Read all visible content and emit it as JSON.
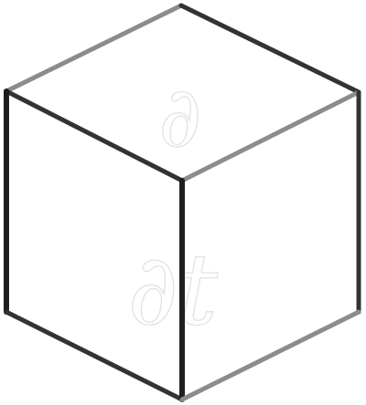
{
  "diagram": {
    "type": "isometric-cube-outline",
    "faces": [
      "top",
      "left",
      "right"
    ],
    "watermark": {
      "numerator": "∂",
      "denominator": "∂t"
    },
    "colors": {
      "background": "#ffffff",
      "dark_edge": "#333333",
      "light_edge": "#8c8c8c",
      "darkest_edge": "#1e1e1e",
      "watermark": "#e2e2e2"
    }
  }
}
